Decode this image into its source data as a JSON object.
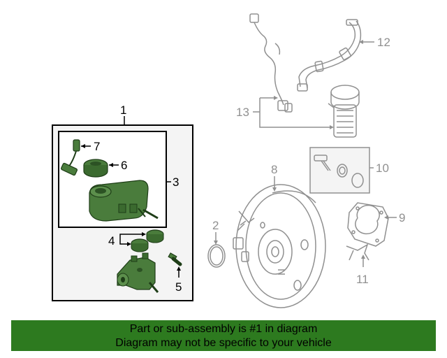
{
  "callouts": {
    "c1": "1",
    "c2": "2",
    "c3": "3",
    "c4": "4",
    "c5": "5",
    "c6": "6",
    "c7": "7",
    "c8": "8",
    "c9": "9",
    "c10": "10",
    "c11": "11",
    "c12": "12",
    "c13": "13"
  },
  "banner": {
    "line1": "Part or sub-assembly is #1 in diagram",
    "line2": "Diagram may not be specific to your vehicle"
  },
  "colors": {
    "highlight": "#4a7c3c",
    "highlight_dark": "#1e3d17",
    "line_gray": "#909090",
    "banner": "#2d7a1f",
    "panel_bg": "#f4f4f4"
  }
}
